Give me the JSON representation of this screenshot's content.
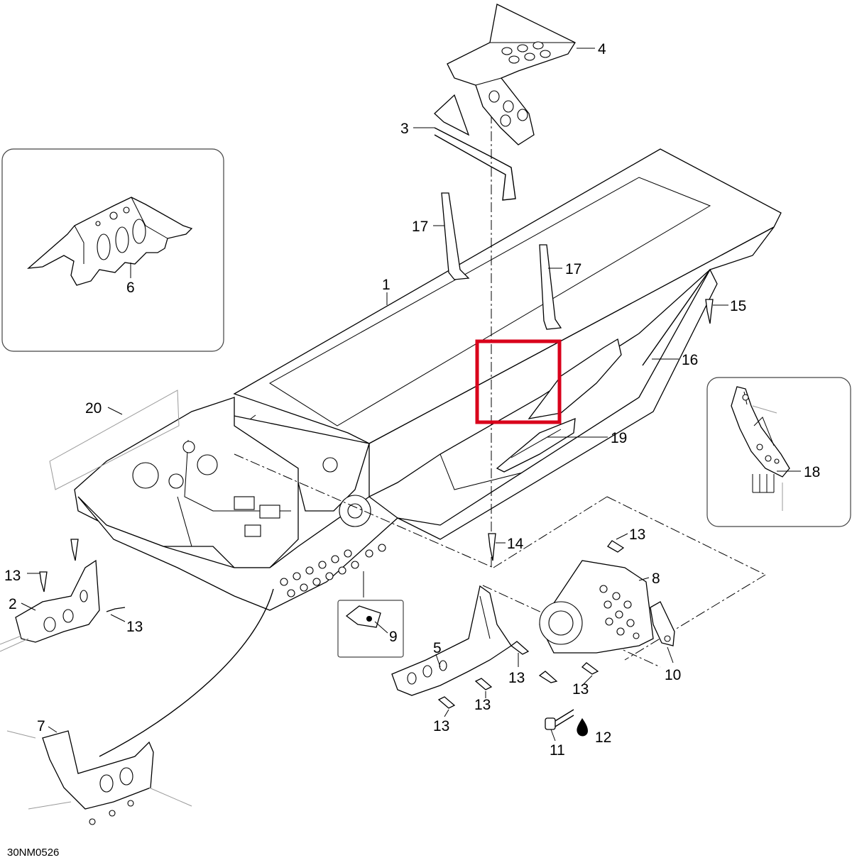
{
  "diagram": {
    "drawing_code": "30NM0526",
    "highlight_color": "#d9001b",
    "line_color": "#000000",
    "callouts": {
      "c1": "1",
      "c2": "2",
      "c3": "3",
      "c4": "4",
      "c5": "5",
      "c6": "6",
      "c7": "7",
      "c8": "8",
      "c9": "9",
      "c10": "10",
      "c11": "11",
      "c12": "12",
      "c13a": "13",
      "c13b": "13",
      "c13c": "13",
      "c13d": "13",
      "c13e": "13",
      "c13f": "13",
      "c14": "14",
      "c15": "15",
      "c16": "16",
      "c17a": "17",
      "c17b": "17",
      "c18": "18",
      "c19": "19",
      "c20": "20"
    }
  }
}
